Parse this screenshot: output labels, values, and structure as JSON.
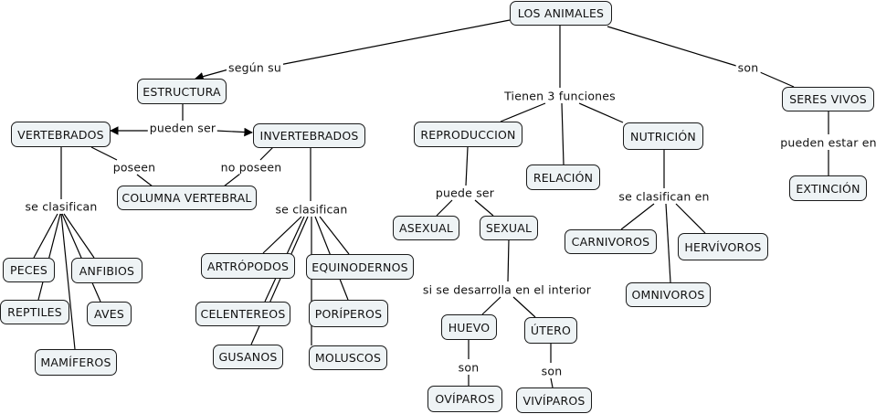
{
  "concepts": {
    "los_animales": "LOS ANIMALES",
    "estructura": "ESTRUCTURA",
    "seres_vivos": "SERES VIVOS",
    "vertebrados": "VERTEBRADOS",
    "invertebrados": "INVERTEBRADOS",
    "columna_vertebral": "COLUMNA VERTEBRAL",
    "reproduccion": "REPRODUCCION",
    "relacion": "RELACIÓN",
    "nutricion": "NUTRICIÓN",
    "extincion": "EXTINCIÓN",
    "peces": "PECES",
    "anfibios": "ANFIBIOS",
    "reptiles": "REPTILES",
    "aves": "AVES",
    "mamiferos": "MAMÍFEROS",
    "artropodos": "ARTRÓPODOS",
    "equinodernos": "EQUINODERNOS",
    "celentereos": "CELENTEREOS",
    "poriferos": "PORÍPEROS",
    "gusanos": "GUSANOS",
    "moluscos": "MOLUSCOS",
    "asexual": "ASEXUAL",
    "sexual": "SEXUAL",
    "huevo": "HUEVO",
    "utero": "ÚTERO",
    "oviparos": "OVÍPAROS",
    "viviparos": "VIVÍPAROS",
    "carnivoros": "CARNIVOROS",
    "hervivoros": "HERVÍVOROS",
    "omnivoros": "OMNIVOROS"
  },
  "link_labels": {
    "segun_su": "según su",
    "son_top": "son",
    "tienen_3_funciones": "Tienen 3 funciones",
    "pueden_ser": "pueden ser",
    "poseen": "poseen",
    "no_poseen": "no poseen",
    "se_clasifican_vert": "se clasifican",
    "se_clasifican_invert": "se clasifican",
    "puede_ser": "puede ser",
    "si_se_desarrolla": "si se desarrolla en el interior",
    "son_huevo": "son",
    "son_utero": "son",
    "se_clasifican_en": "se clasifican en",
    "pueden_estar_en": "pueden estar en"
  }
}
